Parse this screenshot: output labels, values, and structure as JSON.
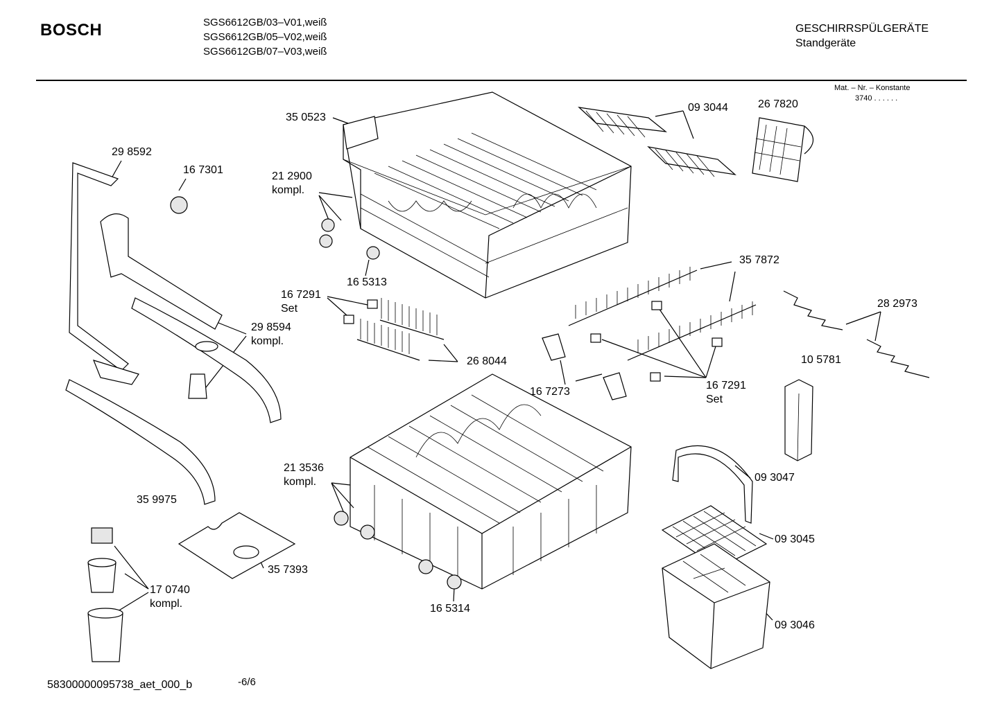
{
  "header": {
    "brand": "BOSCH",
    "models": [
      "SGS6612GB/03–V01,weiß",
      "SGS6612GB/05–V02,weiß",
      "SGS6612GB/07–V03,weiß"
    ],
    "category": "GESCHIRRSPÜLGERÄTE",
    "subcategory": "Standgeräte"
  },
  "mat_note": {
    "label": "Mat. – Nr. – Konstante",
    "value": "3740  .  .   .  .  .  ."
  },
  "parts": [
    {
      "id": "p350523",
      "number": "35 0523",
      "sub": ""
    },
    {
      "id": "p093044",
      "number": "09 3044",
      "sub": ""
    },
    {
      "id": "p267820",
      "number": "26 7820",
      "sub": ""
    },
    {
      "id": "p298592",
      "number": "29 8592",
      "sub": ""
    },
    {
      "id": "p167301",
      "number": "16 7301",
      "sub": ""
    },
    {
      "id": "p212900",
      "number": "21 2900",
      "sub": "kompl."
    },
    {
      "id": "p165313",
      "number": "16 5313",
      "sub": ""
    },
    {
      "id": "p357872",
      "number": "35 7872",
      "sub": ""
    },
    {
      "id": "p167291a",
      "number": "16 7291",
      "sub": "Set"
    },
    {
      "id": "p282973",
      "number": "28 2973",
      "sub": ""
    },
    {
      "id": "p298594",
      "number": "29 8594",
      "sub": "kompl."
    },
    {
      "id": "p268044",
      "number": "26 8044",
      "sub": ""
    },
    {
      "id": "p105781",
      "number": "10 5781",
      "sub": ""
    },
    {
      "id": "p167273",
      "number": "16 7273",
      "sub": ""
    },
    {
      "id": "p167291b",
      "number": "16 7291",
      "sub": "Set"
    },
    {
      "id": "p213536",
      "number": "21 3536",
      "sub": "kompl."
    },
    {
      "id": "p093047",
      "number": "09 3047",
      "sub": ""
    },
    {
      "id": "p359975",
      "number": "35 9975",
      "sub": ""
    },
    {
      "id": "p093045",
      "number": "09 3045",
      "sub": ""
    },
    {
      "id": "p357393",
      "number": "35 7393",
      "sub": ""
    },
    {
      "id": "p170740",
      "number": "17 0740",
      "sub": "kompl."
    },
    {
      "id": "p165314",
      "number": "16 5314",
      "sub": ""
    },
    {
      "id": "p093046",
      "number": "09 3046",
      "sub": ""
    }
  ],
  "footer": {
    "doc_id": "58300000095738_aet_000_b",
    "page": "-6/6"
  }
}
